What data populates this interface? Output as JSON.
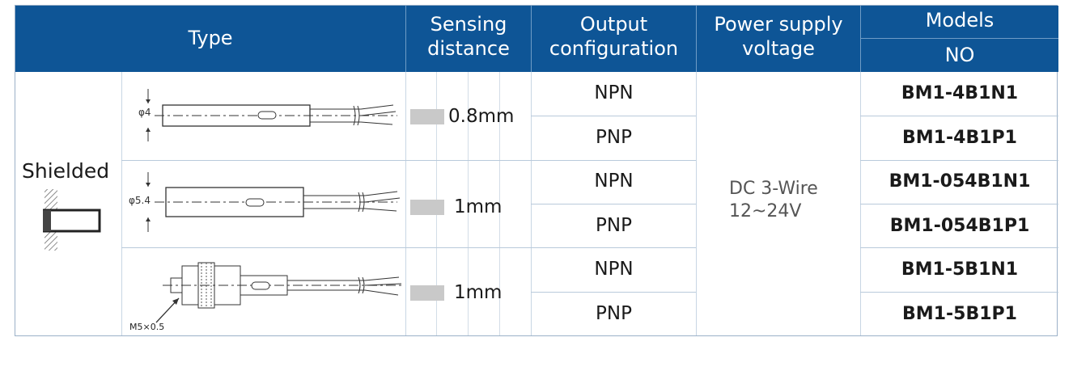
{
  "header": {
    "type": "Type",
    "sensing_distance": "Sensing\ndistance",
    "output_configuration": "Output\nconfiguration",
    "power_supply_voltage": "Power supply\nvoltage",
    "models": "Models",
    "models_sub": "NO"
  },
  "type_label": "Shielded",
  "voltage": "DC 3-Wire\n12~24V",
  "groups": [
    {
      "dim_label": "φ4",
      "distance": "0.8mm",
      "rows": [
        {
          "output": "NPN",
          "model": "BM1-4B1N1"
        },
        {
          "output": "PNP",
          "model": "BM1-4B1P1"
        }
      ]
    },
    {
      "dim_label": "φ5.4",
      "distance": "1mm",
      "rows": [
        {
          "output": "NPN",
          "model": "BM1-054B1N1"
        },
        {
          "output": "PNP",
          "model": "BM1-054B1P1"
        }
      ]
    },
    {
      "dim_label": "M5×0.5",
      "distance": "1mm",
      "rows": [
        {
          "output": "NPN",
          "model": "BM1-5B1N1"
        },
        {
          "output": "PNP",
          "model": "BM1-5B1P1"
        }
      ]
    }
  ],
  "colors": {
    "header_bg": "#0e5596",
    "grid": "#b9cadb",
    "distance_marker": "#c9c9c9"
  }
}
